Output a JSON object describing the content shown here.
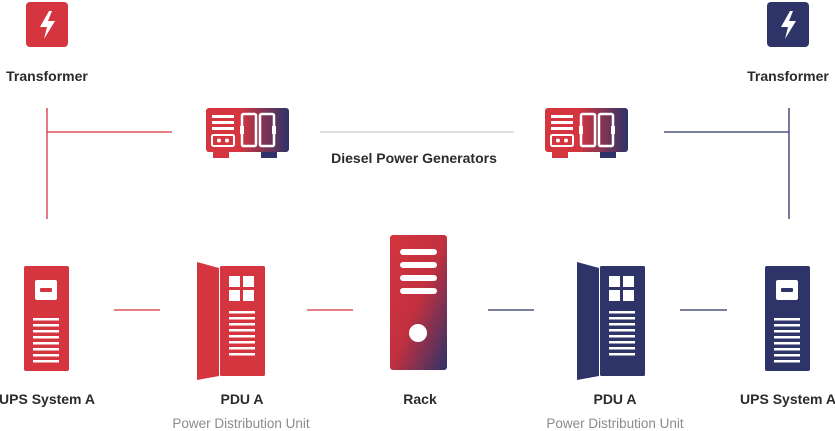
{
  "colors": {
    "red": "#d4353f",
    "navy": "#2e3368",
    "line_gray": "#cccccc",
    "text": "#2b2b2b",
    "subtext": "#8c8c8c"
  },
  "icons": {
    "transformer": "lightning-bolt-icon",
    "generator": "generator-icon",
    "ups": "ups-icon",
    "pdu": "pdu-cabinet-icon",
    "rack": "server-rack-icon"
  },
  "labels": {
    "transformer_left": "Transformer",
    "transformer_right": "Transformer",
    "generators": "Diesel Power Generators",
    "ups_left": "UPS System A",
    "pdu_left": "PDU A",
    "pdu_left_sub": "Power Distribution Unit",
    "rack": "Rack",
    "pdu_right": "PDU A",
    "pdu_right_sub": "Power Distribution Unit",
    "ups_right": "UPS System A"
  }
}
